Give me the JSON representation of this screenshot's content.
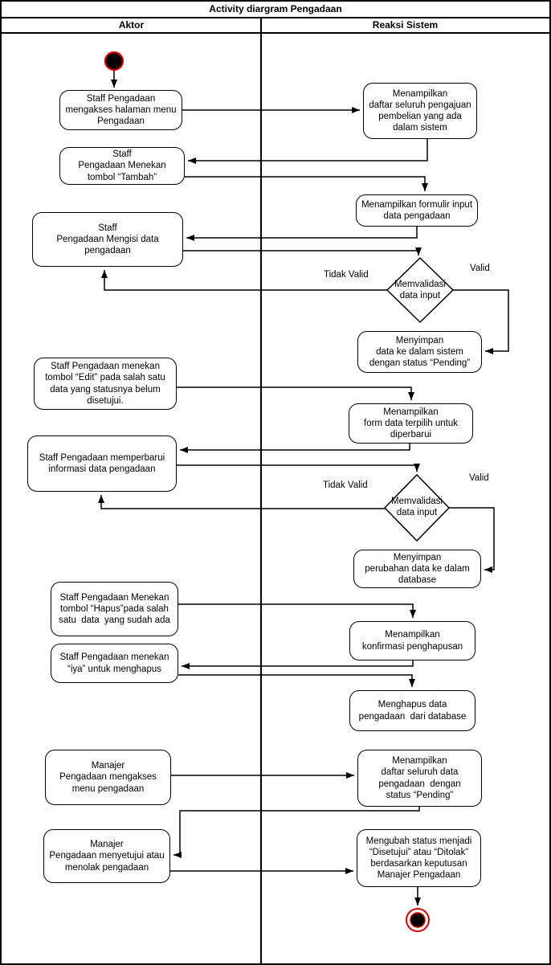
{
  "title": "Activity diargram Pengadaan",
  "lanes": {
    "left": "Aktor",
    "right": "Reaksi Sistem"
  },
  "colors": {
    "stroke": "#000000",
    "terminal_red": "#d40000",
    "fill": "#ffffff"
  },
  "actor": {
    "a1": "Staff Pengadaan\nmengakses halaman menu\nPengadaan",
    "a2": "Staff\nPengadaan Menekan\ntombol “Tambah”",
    "a3": "Staff\nPengadaan Mengisi data\npengadaan",
    "a4": "Staff Pengadaan menekan\ntombol “Edit” pada salah satu\ndata yang statusnya belum\ndisetujui.",
    "a5": "Staff Pengadaan memperbarui\ninformasi data pengadaan",
    "a6": "Staff Pengadaan Menekan\ntombol “Hapus”pada salah\nsatu  data  yang sudah ada",
    "a7": "Staff Pengadaan menekan\n“iya” untuk menghapus",
    "a8": "Manajer\nPengadaan mengakses\nmenu pengadaan",
    "a9": "Manajer\nPengadaan menyetujui atau\nmenolak pengadaan"
  },
  "system": {
    "b1": "Menampilkan\ndaftar seluruh pengajuan\npembelian yang ada\ndalam sistem",
    "b2": "Menampilkan formulir input\ndata pengadaan",
    "b3": "Menyimpan\ndata ke dalam sistem\ndengan status “Pending”",
    "b4": "Menampilkan\nform data terpilih untuk\ndiperbarui",
    "b5": "Menyimpan\nperubahan data ke dalam\ndatabase",
    "b6": "Menampilkan\nkonfirmasi penghapusan",
    "b7": "Menghapus data\npengadaan  dari database",
    "b8": "Menampilkan\ndaftar seluruh data\npengadaan  dengan\nstatus “Pending”",
    "b9": "Mengubah status menjadi\n“Disetujui” atau “Ditolak”\nberdasarkan keputusan\nManajer Pengadaan"
  },
  "decisions": {
    "d1": {
      "label": "Memvalidasi\ndata input",
      "no": "Tidak Valid",
      "yes": "Valid"
    },
    "d2": {
      "label": "Memvalidasi\ndata input",
      "no": "Tidak Valid",
      "yes": "Valid"
    }
  }
}
